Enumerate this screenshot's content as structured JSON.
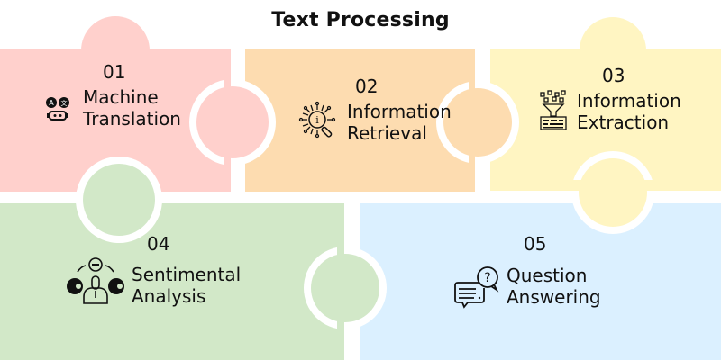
{
  "title": "Text Processing",
  "pieces": [
    {
      "number": "01",
      "label_line1": "Machine",
      "label_line2": "Translation",
      "icon": "robot-translate-icon",
      "color": "#FFD0CC"
    },
    {
      "number": "02",
      "label_line1": "Information",
      "label_line2": "Retrieval",
      "icon": "info-search-icon",
      "color": "#FDDCB0"
    },
    {
      "number": "03",
      "label_line1": "Information",
      "label_line2": "Extraction",
      "icon": "data-funnel-keyboard-icon",
      "color": "#FFF5C2"
    },
    {
      "number": "04",
      "label_line1": "Sentimental",
      "label_line2": "Analysis",
      "icon": "person-sentiment-icon",
      "color": "#D2E8C8"
    },
    {
      "number": "05",
      "label_line1": "Question",
      "label_line2": "Answering",
      "icon": "question-chat-icon",
      "color": "#DBF0FF"
    }
  ]
}
